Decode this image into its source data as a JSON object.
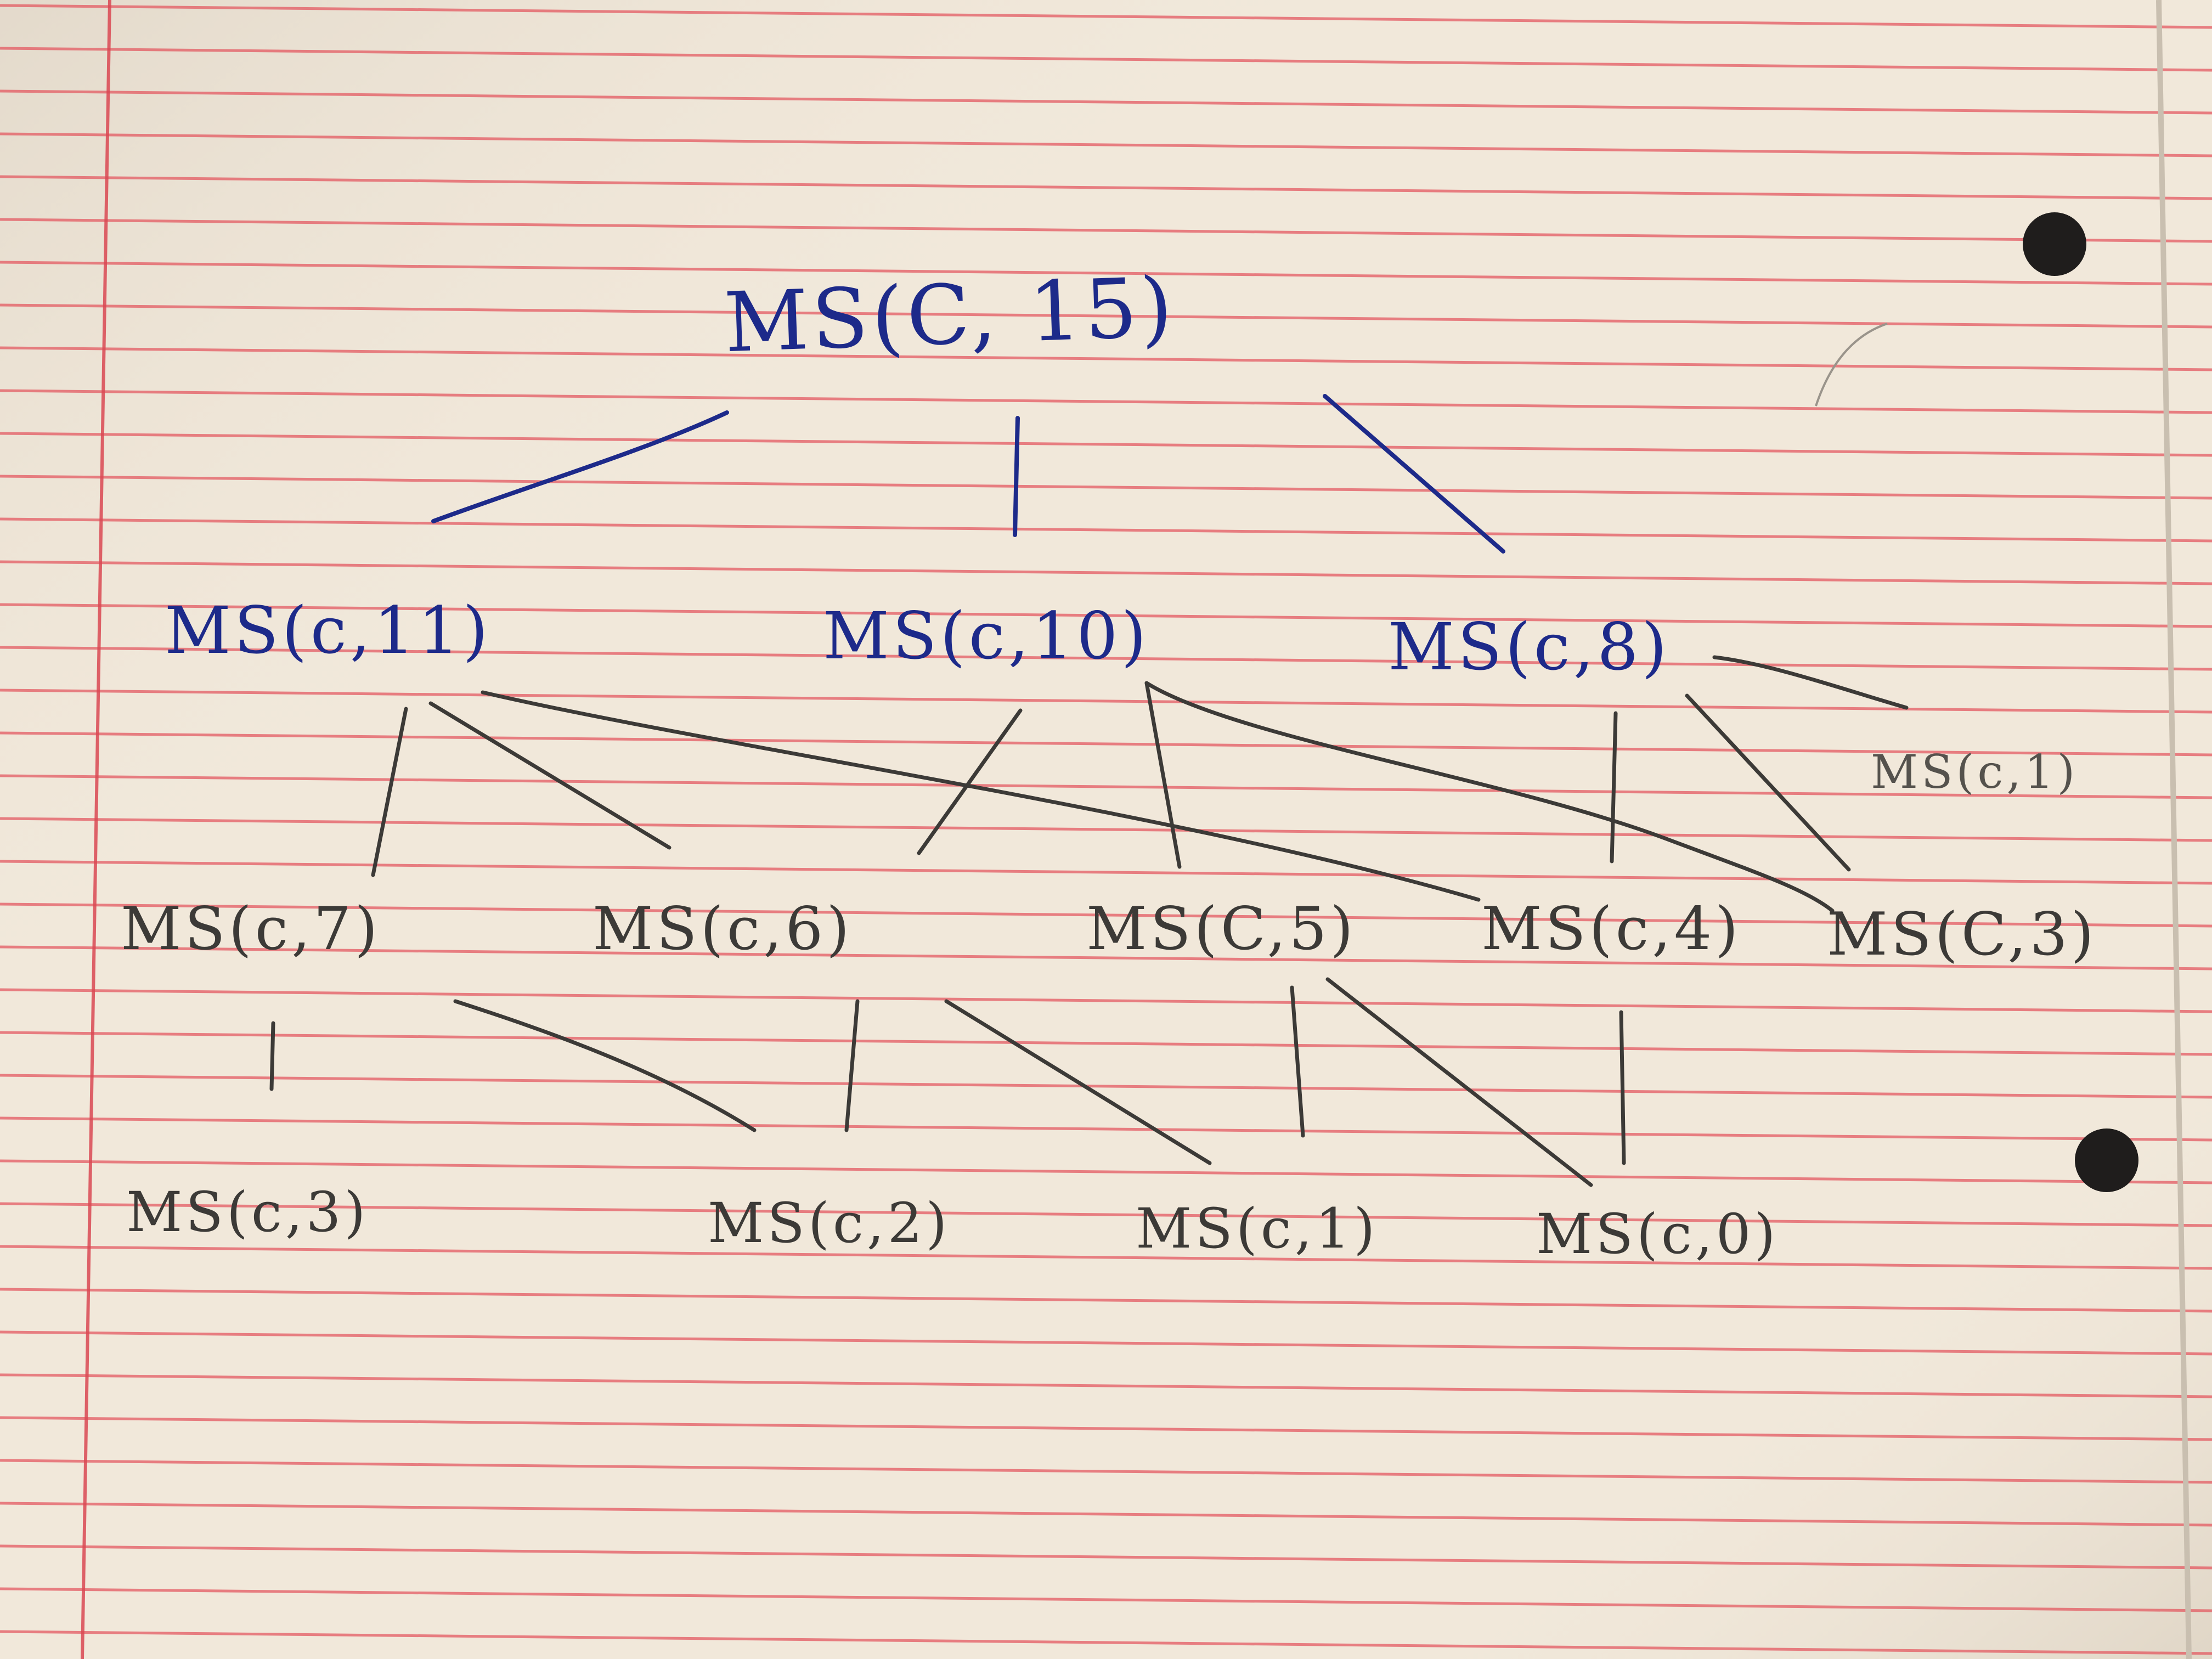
{
  "colors": {
    "paper": "#f1e8da",
    "rule_line": "#e35a62",
    "margin_line": "#d94852",
    "ink_blue": "#1d2a8a",
    "pencil": "#3c3a37"
  },
  "diagram": {
    "root": {
      "label": "MS(C, 15)"
    },
    "level1": [
      {
        "label": "MS(c,11)"
      },
      {
        "label": "MS(c,10)"
      },
      {
        "label": "MS(c,8)"
      }
    ],
    "level2": [
      {
        "label": "MS(c,7)"
      },
      {
        "label": "MS(c,6)"
      },
      {
        "label": "MS(C,5)"
      },
      {
        "label": "MS(c,4)"
      },
      {
        "label": "MS(C,3)"
      }
    ],
    "extra": {
      "label": "MS(c,1)"
    },
    "level3": [
      {
        "label": "MS(c,3)"
      },
      {
        "label": "MS(c,2)"
      },
      {
        "label": "MS(c,1)"
      },
      {
        "label": "MS(c,0)"
      }
    ]
  }
}
